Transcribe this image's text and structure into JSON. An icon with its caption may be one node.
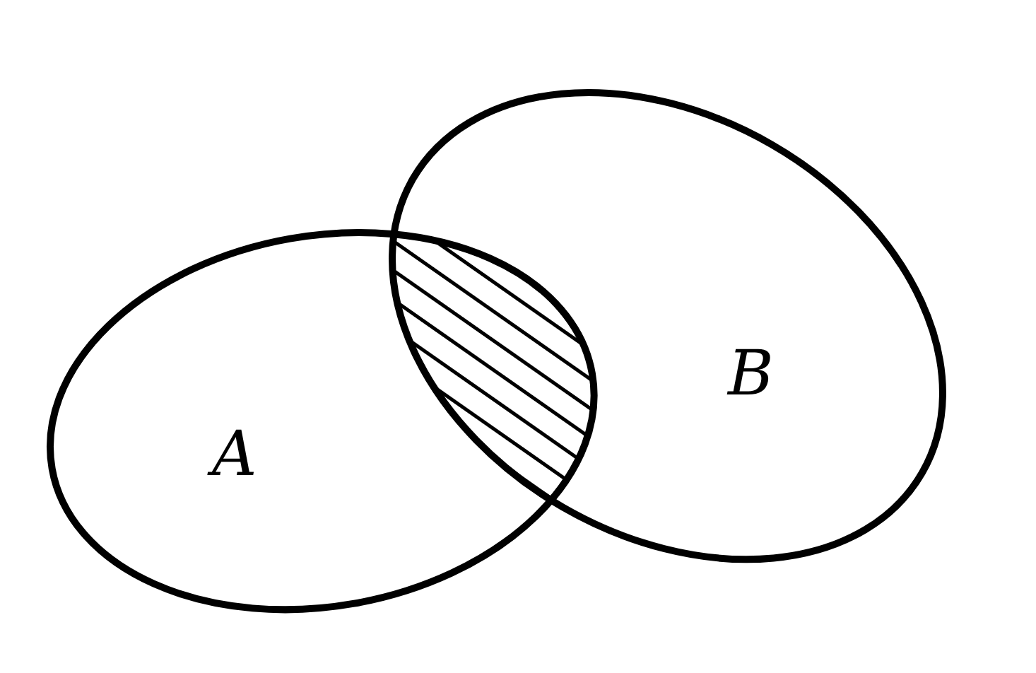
{
  "diagram": {
    "nodes": [
      {
        "text": [
          "A"
        ]
      },
      {
        "text": [
          "B"
        ]
      },
      {
        "text": [],
        "shape": "region"
      }
    ]
  }
}
